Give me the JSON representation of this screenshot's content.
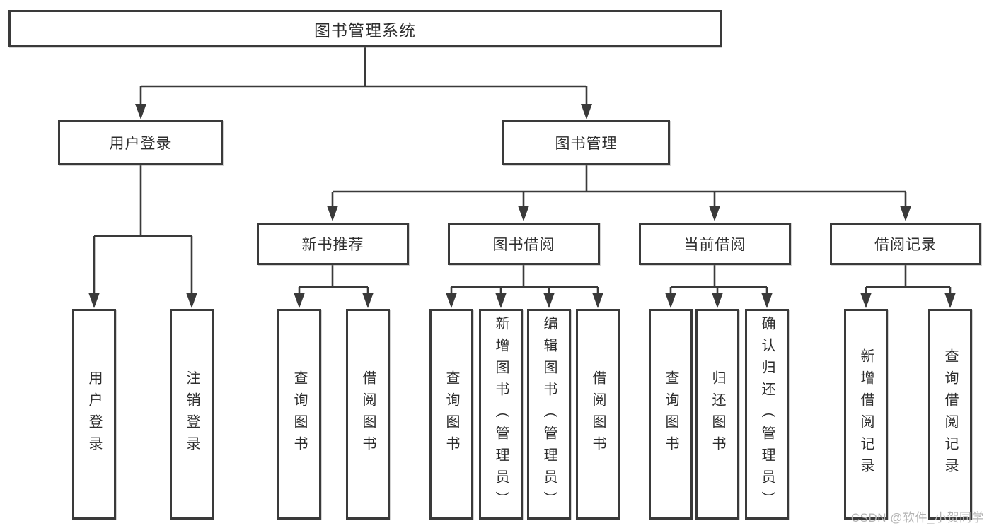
{
  "colors": {
    "line": "#3a3a3a",
    "box_border": "#3a3a3a",
    "text": "#2d2d2d",
    "watermark": "#b4b4b4",
    "background": "#ffffff"
  },
  "tree": {
    "root": {
      "label": "图书管理系统"
    },
    "branches": [
      {
        "label": "用户登录",
        "children": [
          {
            "label": "用户登录"
          },
          {
            "label": "注销登录"
          }
        ]
      },
      {
        "label": "图书管理",
        "groups": [
          {
            "label": "新书推荐",
            "children": [
              {
                "label": "查询图书"
              },
              {
                "label": "借阅图书"
              }
            ]
          },
          {
            "label": "图书借阅",
            "children": [
              {
                "label": "查询图书"
              },
              {
                "label": "新增图书（管理员）"
              },
              {
                "label": "编辑图书（管理员）"
              },
              {
                "label": "借阅图书"
              }
            ]
          },
          {
            "label": "当前借阅",
            "children": [
              {
                "label": "查询图书"
              },
              {
                "label": "归还图书"
              },
              {
                "label": "确认归还（管理员）"
              }
            ]
          },
          {
            "label": "借阅记录",
            "children": [
              {
                "label": "新增借阅记录"
              },
              {
                "label": "查询借阅记录"
              }
            ]
          }
        ]
      }
    ]
  },
  "watermark": {
    "text": "CSDN @软件_小贺同学"
  }
}
